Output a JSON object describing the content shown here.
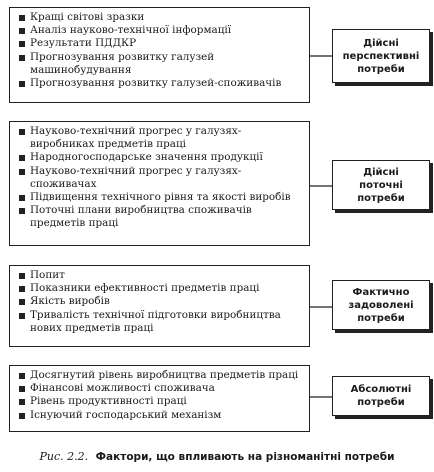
{
  "groups": [
    {
      "factors": [
        "Кращі світові зразки",
        "Аналіз науково-технічної інформації",
        "Результати ПДДКР",
        "Прогнозування розвитку галузей машинобудування",
        "Прогнозування розвитку галузей-споживачів"
      ],
      "need": [
        "Дійсні",
        "перспективні",
        "потреби"
      ]
    },
    {
      "factors": [
        "Науково-технічний прогрес у галузях-виробниках предметів праці",
        "Народногосподарське значення продукції",
        "Науково-технічний прогрес у галузях-споживачах",
        "Підвищення технічного рівня та якості виробів",
        "Поточні плани виробництва споживачів предметів праці"
      ],
      "need": [
        "Дійсні",
        "поточні",
        "потреби"
      ]
    },
    {
      "factors": [
        "Попит",
        "Показники ефективності предметів праці",
        "Якість виробів",
        "Тривалість технічної підготовки виробництва нових предметів праці"
      ],
      "need": [
        "Фактично",
        "задоволені",
        "потреби"
      ]
    },
    {
      "factors": [
        "Досягнутий рівень виробництва предметів праці",
        "Фінансові можливості споживача",
        "Рівень продуктивності праці",
        "Існуючий господарський механізм"
      ],
      "need": [
        "Абсолютні",
        "потреби"
      ]
    }
  ],
  "caption": {
    "label": "Рис. 2.2.",
    "title": "Фактори, що впливають на різноманітні потреби"
  }
}
